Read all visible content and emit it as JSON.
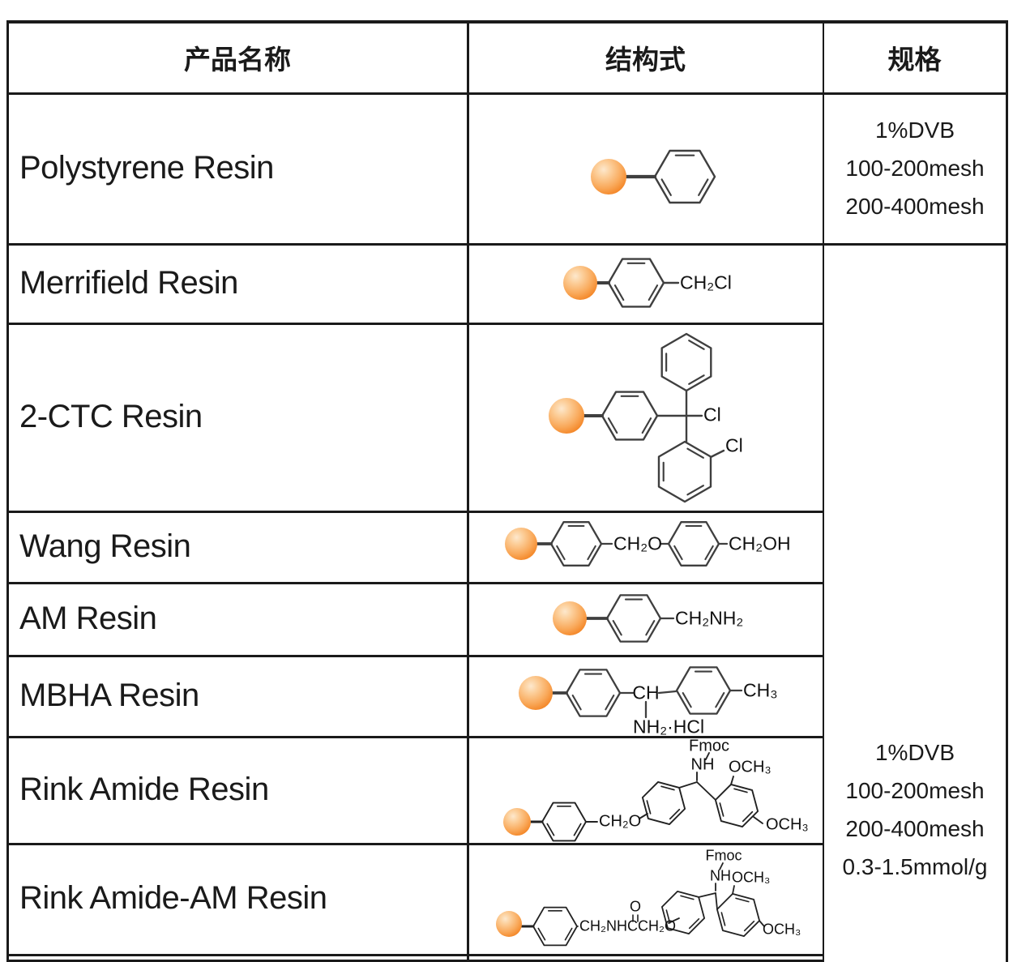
{
  "table": {
    "headers": [
      "产品名称",
      "结构式",
      "规格"
    ],
    "rows": [
      {
        "name": "Polystyrene Resin"
      },
      {
        "name": "Merrifield Resin"
      },
      {
        "name": "2-CTC Resin"
      },
      {
        "name": "Wang Resin"
      },
      {
        "name": "AM Resin"
      },
      {
        "name": "MBHA Resin"
      },
      {
        "name": "Rink Amide Resin"
      },
      {
        "name": "Rink Amide-AM Resin"
      }
    ],
    "spec_row1": [
      "1%DVB",
      "100-200mesh",
      "200-400mesh"
    ],
    "spec_merged": [
      "1%DVB",
      "100-200mesh",
      "200-400mesh",
      "0.3-1.5mmol/g"
    ]
  },
  "structures": {
    "polystyrene": {
      "labels": []
    },
    "merrifield": {
      "labels": [
        "CH₂Cl"
      ]
    },
    "ctc": {
      "labels": [
        "Cl",
        "Cl"
      ]
    },
    "wang": {
      "labels": [
        "CH₂O",
        "CH₂OH"
      ]
    },
    "am": {
      "labels": [
        "CH₂NH₂"
      ]
    },
    "mbha": {
      "labels": [
        "CH",
        "CH₃",
        "NH₂·HCl"
      ]
    },
    "rink": {
      "labels": [
        "CH₂O",
        "Fmoc",
        "NH",
        "OCH₃",
        "OCH₃"
      ]
    },
    "rinkam": {
      "labels": [
        "CH₂NHCCH₂O",
        "O",
        "Fmoc",
        "NH",
        "OCH₃",
        "OCH₃"
      ]
    }
  },
  "colors": {
    "bead": "#f3811f",
    "bond": "#3f3f3f",
    "border": "#1a1a1a"
  }
}
